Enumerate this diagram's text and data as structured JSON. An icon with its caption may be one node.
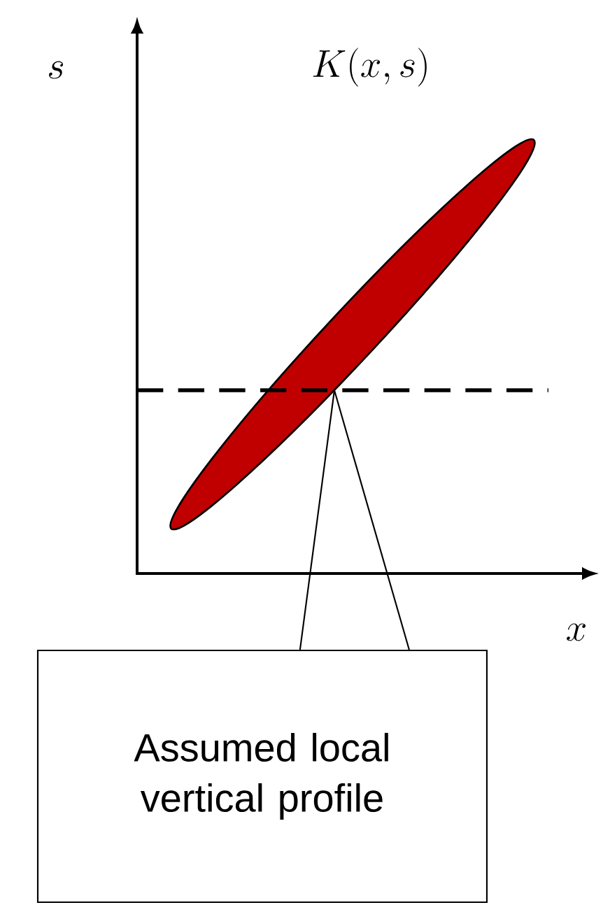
{
  "diagram": {
    "nodes": [
      {
        "text": [
          "Assumed local vertical profile"
        ]
      },
      {
        "text": [],
        "shape": "ellipse",
        "beside": [
          "K(x,s)"
        ]
      }
    ],
    "edges": [
      {
        "from": 0,
        "to": 1,
        "arrow": "none"
      }
    ],
    "labels": [
      "s",
      "x"
    ]
  }
}
